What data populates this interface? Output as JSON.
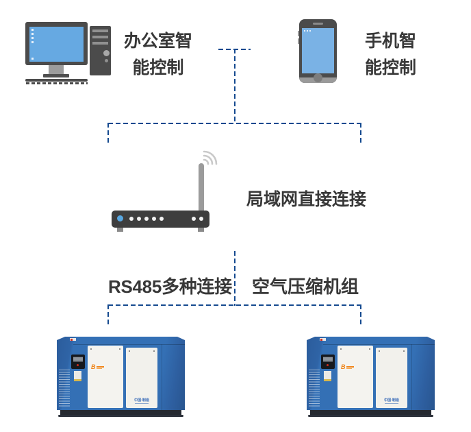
{
  "diagram": {
    "top_left_label": {
      "line1": "办公室智",
      "line2": "能控制"
    },
    "top_right_label": {
      "line1": "手机智",
      "line2": "能控制"
    },
    "router_label": "局域网直接连接",
    "bottom_left_label": "RS485多种连接",
    "bottom_right_label": "空气压缩机组"
  },
  "compressor": {
    "logo_letter": "B",
    "caption": "中国·制造"
  },
  "colors": {
    "connector_dash": "#14498f",
    "label_text": "#383838",
    "device_gray": "#4b4b4b",
    "screen_blue": "#6fafe4",
    "router_body": "#3e3e3e",
    "led_blue": "#58a7e1",
    "compressor_blue": "#3470b5",
    "panel_white": "#f4f3ef",
    "logo_orange": "#f08519"
  }
}
